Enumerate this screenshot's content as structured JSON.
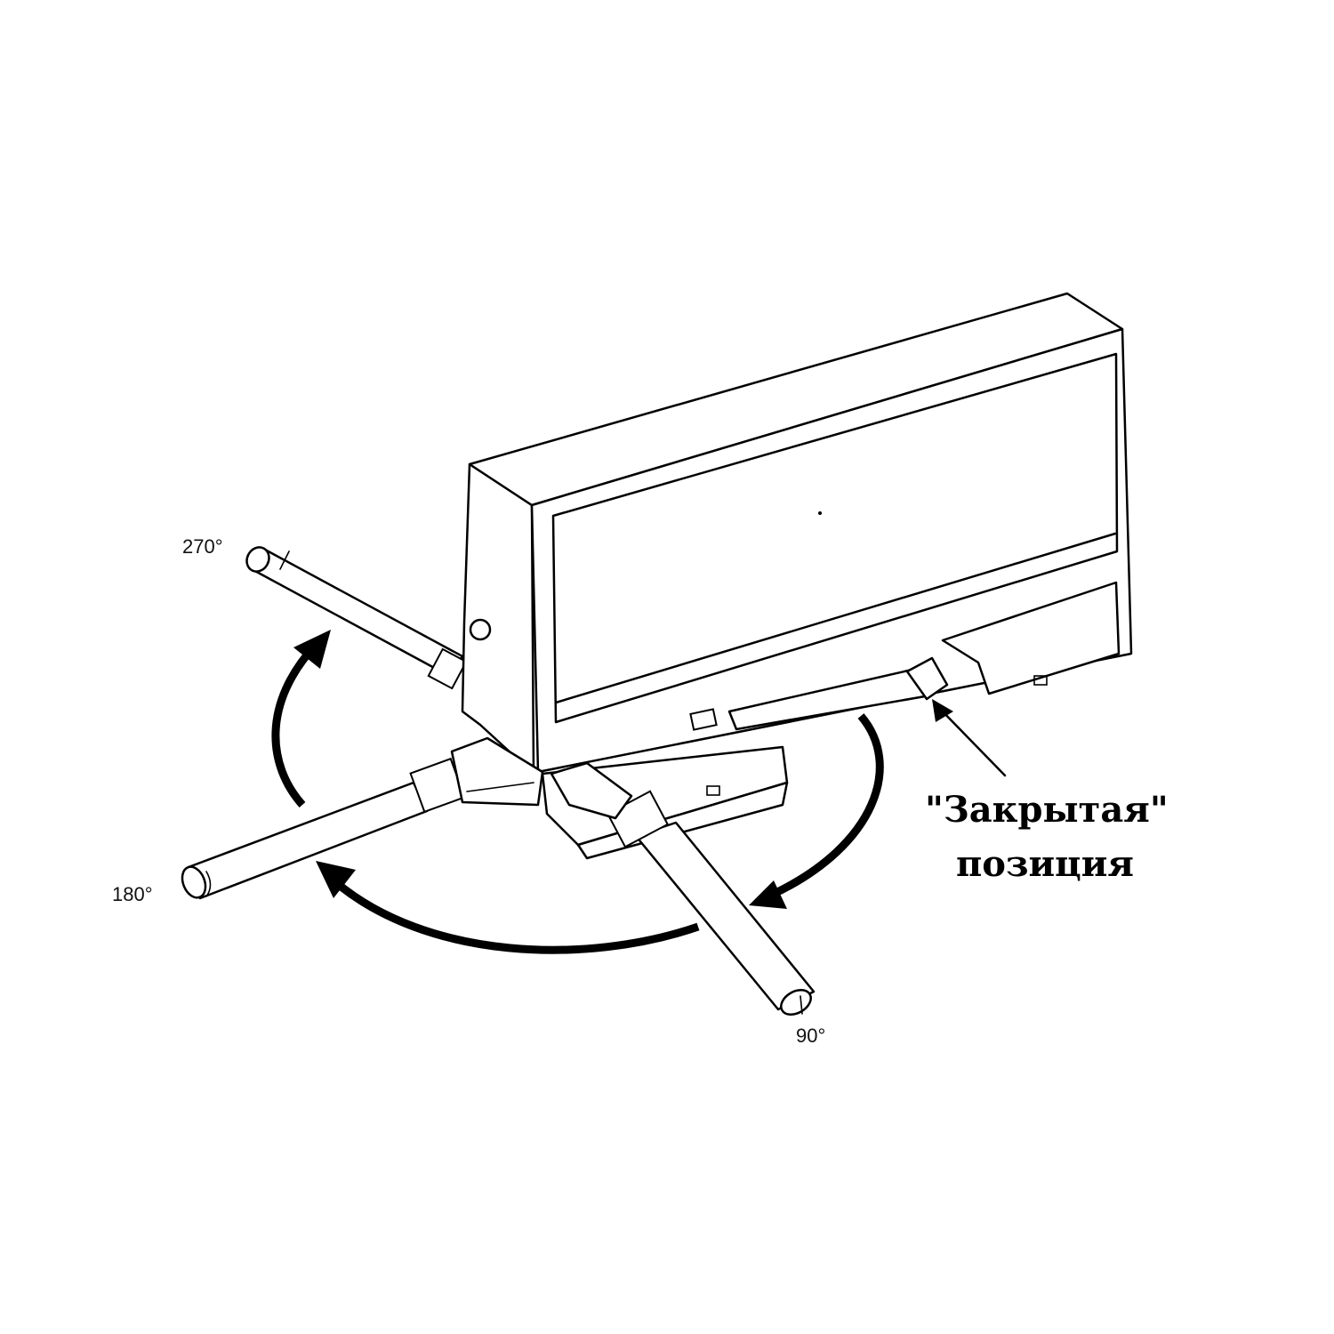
{
  "labels": {
    "angle_270": "270°",
    "angle_180": "180°",
    "angle_90": "90°",
    "closed_position_line1": "\"Закрытая\"",
    "closed_position_line2": "позиция"
  }
}
